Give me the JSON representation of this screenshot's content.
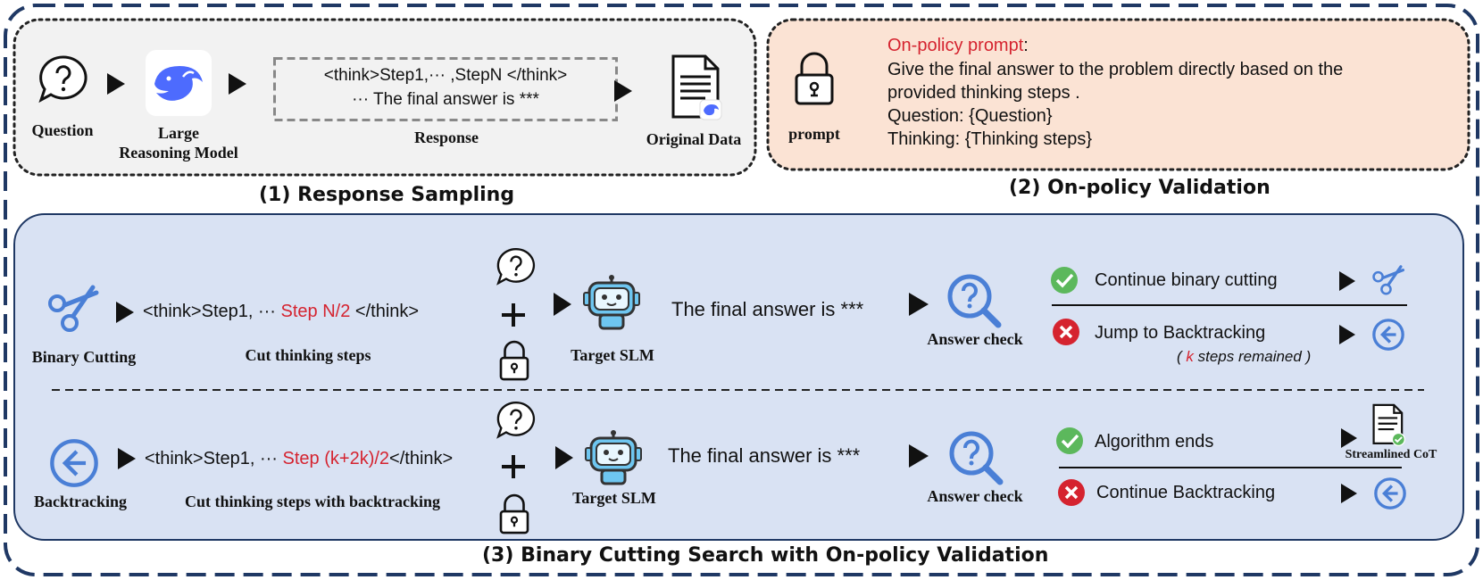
{
  "sampling": {
    "title": "(1) Response Sampling",
    "question_label": "Question",
    "model_label_1": "Large",
    "model_label_2": "Reasoning Model",
    "response_line1": "<think>Step1,··· ,StepN </think>",
    "response_line2": "··· The final answer is  ***",
    "response_label": "Response",
    "data_label": "Original Data"
  },
  "validation": {
    "title": "(2) On-policy Validation",
    "prompt_label": "prompt",
    "heading": "On-policy prompt",
    "heading_colon": ":",
    "line1": "Give the final answer to the problem directly based on the",
    "line2": "provided thinking steps .",
    "line3": "Question: {Question}",
    "line4": "Thinking: {Thinking steps}"
  },
  "search": {
    "title": "(3) Binary Cutting Search with On-policy Validation",
    "top": {
      "method_label": "Binary Cutting",
      "think_prefix": "<think>Step1,  ···  ",
      "think_step": "Step N/2",
      "think_suffix": " </think>",
      "caption": "Cut thinking steps",
      "slm_label": "Target SLM",
      "answer_text": "The final answer is  ***",
      "check_label": "Answer check",
      "ok_text": "Continue binary cutting",
      "fail_text": "Jump to Backtracking",
      "remain_open": "( ",
      "remain_k": "k",
      "remain_rest": " steps remained )"
    },
    "bottom": {
      "method_label": "Backtracking",
      "think_prefix": "<think>Step1, ··· ",
      "think_step": "Step (k+2k)/2",
      "think_suffix": "</think>",
      "caption": "Cut thinking steps with backtracking",
      "slm_label": "Target SLM",
      "answer_text": "The final answer is  ***",
      "check_label": "Answer check",
      "ok_text": "Algorithm ends",
      "result_label": "Streamlined CoT",
      "fail_text": "Continue Backtracking"
    }
  },
  "colors": {
    "accent_blue": "#4a7fd6",
    "panel_blue": "#d9e2f3",
    "panel_gray": "#f2f2f2",
    "panel_peach": "#fbe3d4",
    "red": "#d5232f",
    "green": "#5cb85c"
  },
  "icons": [
    "question-bubble-icon",
    "whale-logo-icon",
    "document-icon",
    "lock-icon",
    "scissors-icon",
    "robot-icon",
    "magnifier-question-icon",
    "check-circle-icon",
    "cross-circle-icon",
    "back-arrow-icon"
  ]
}
